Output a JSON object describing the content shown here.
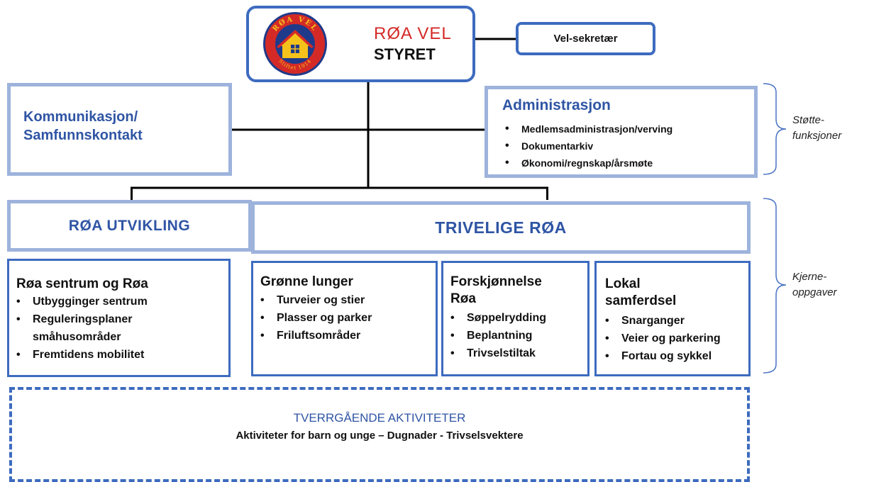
{
  "board": {
    "org_name": "RØA VEL",
    "title": "STYRET",
    "logo_text_top": "RØA VEL",
    "logo_text_bottom": "Stiftet 1914"
  },
  "secretary": {
    "label": "Vel-sekretær"
  },
  "communication": {
    "line1": "Kommunikasjon/",
    "line2": "Samfunnskontakt"
  },
  "administration": {
    "title": "Administrasjon",
    "items": [
      "Medlemsadministrasjon/verving",
      "Dokumentarkiv",
      "Økonomi/regnskap/årsmøte"
    ]
  },
  "side_labels": {
    "support": {
      "line1": "Støtte-",
      "line2": "funksjoner"
    },
    "core": {
      "line1": "Kjerne-",
      "line2": "oppgaver"
    }
  },
  "roa_utvikling": {
    "title": "RØA UTVIKLING",
    "section": {
      "title": "Røa sentrum og Røa",
      "items": [
        "Utbygginger sentrum",
        "Reguleringsplaner",
        "småhusområder",
        "Fremtidens mobilitet"
      ]
    }
  },
  "trivelige_roa": {
    "title": "TRIVELIGE RØA",
    "sections": [
      {
        "title_line1": "Grønne lunger",
        "title_line2": "",
        "items": [
          "Turveier og stier",
          "Plasser og parker",
          "Friluftsområder"
        ]
      },
      {
        "title_line1": "Forskjønnelse",
        "title_line2": "Røa",
        "items": [
          "Søppelrydding",
          "Beplantning",
          "Trivselstiltak"
        ]
      },
      {
        "title_line1": "Lokal",
        "title_line2": "samferdsel",
        "items": [
          "Snarganger",
          "Veier og parkering",
          "Fortau og sykkel"
        ]
      }
    ]
  },
  "cross_cutting": {
    "title": "TVERRGÅENDE AKTIVITETER",
    "subtitle": "Aktiviteter for barn og unge – Dugnader - Trivselsvektere"
  },
  "colors": {
    "primary_blue": "#3d6bbf",
    "light_blue": "#9db3dc",
    "text_blue": "#2f55a4",
    "logo_red": "#d42a27",
    "logo_yellow": "#f5c21b",
    "logo_navy": "#1f3a8a"
  }
}
